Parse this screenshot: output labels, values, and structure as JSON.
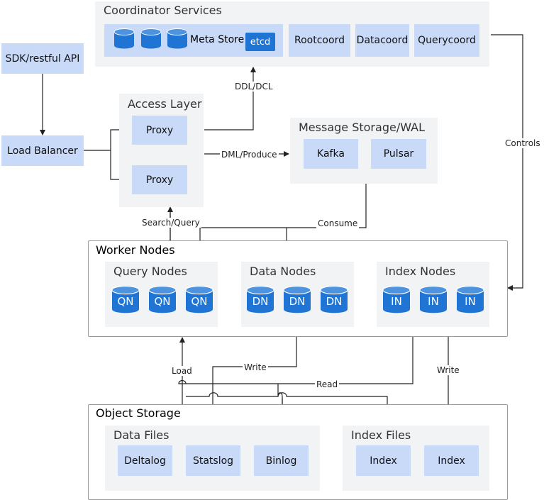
{
  "colors": {
    "panel": "#f2f3f5",
    "box": "#c9daf8",
    "accent": "#1f74d4",
    "line": "#222222",
    "frame_border": "#9a9a9a"
  },
  "coordinator": {
    "title": "Coordinator Services",
    "meta_store": "Meta Store",
    "etcd": "etcd",
    "rootcoord": "Rootcoord",
    "datacoord": "Datacoord",
    "querycoord": "Querycoord"
  },
  "client": {
    "sdk": "SDK/restful API",
    "load_balancer": "Load Balancer"
  },
  "access": {
    "title": "Access Layer",
    "proxy_1": "Proxy",
    "proxy_2": "Proxy"
  },
  "message": {
    "title": "Message Storage/WAL",
    "kafka": "Kafka",
    "pulsar": "Pulsar"
  },
  "edges": {
    "ddl": "DDL/DCL",
    "dml": "DML/Produce",
    "search": "Search/Query",
    "consume": "Consume",
    "controls": "Controls",
    "load": "Load",
    "write_data": "Write",
    "read": "Read",
    "write_index": "Write"
  },
  "worker": {
    "title": "Worker Nodes",
    "query_title": "Query Nodes",
    "data_title": "Data Nodes",
    "index_title": "Index Nodes",
    "qn": [
      "QN",
      "QN",
      "QN"
    ],
    "dn": [
      "DN",
      "DN",
      "DN"
    ],
    "in": [
      "IN",
      "IN",
      "IN"
    ]
  },
  "object": {
    "title": "Object Storage",
    "data_files_title": "Data Files",
    "index_files_title": "Index Files",
    "deltalog": "Deltalog",
    "statslog": "Statslog",
    "binlog": "Binlog",
    "index_1": "Index",
    "index_2": "Index"
  }
}
